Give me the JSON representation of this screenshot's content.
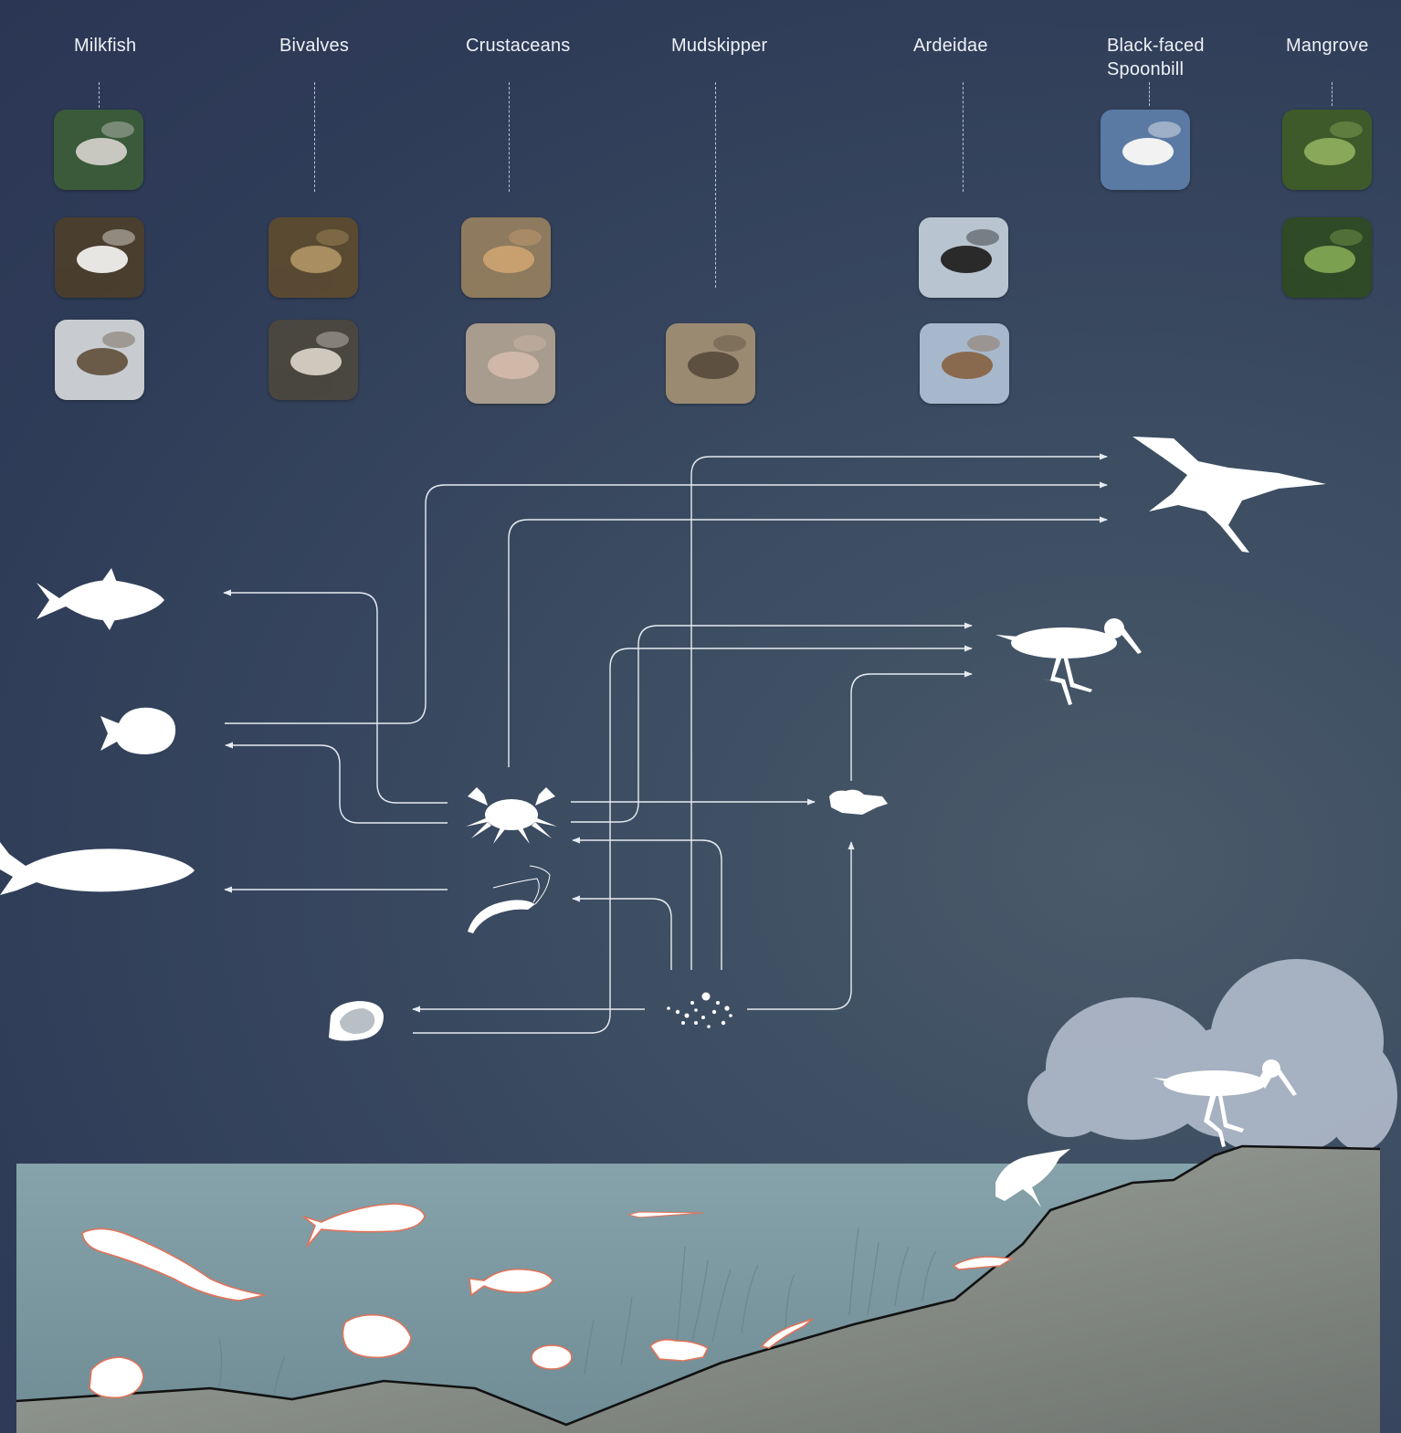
{
  "categories": [
    {
      "id": "milkfish",
      "label": "Milkfish",
      "photos": [
        "tilapia-photo",
        "silver-fish-photo",
        "spotted-fish-photo"
      ]
    },
    {
      "id": "bivalves",
      "label": "Bivalves",
      "photos": [
        "clams-photo",
        "oyster-photo"
      ]
    },
    {
      "id": "crustaceans",
      "label": "Crustaceans",
      "photos": [
        "shrimp-photo",
        "fiddler-crab-photo"
      ]
    },
    {
      "id": "mudskipper",
      "label": "Mudskipper",
      "photos": [
        "mudskipper-photo"
      ]
    },
    {
      "id": "ardeidae",
      "label": "Ardeidae",
      "photos": [
        "stilt-photo",
        "sandpiper-photo"
      ]
    },
    {
      "id": "black-faced-spoonbill",
      "label": "Black-faced\nSpoonbill",
      "photos": [
        "spoonbill-photo"
      ]
    },
    {
      "id": "mangrove",
      "label": "Mangrove",
      "photos": [
        "mangrove-leaves-photo",
        "mangrove-shrub-photo"
      ]
    }
  ],
  "food_web_nodes": [
    "spoonbill",
    "stilt",
    "milkfish",
    "tilapia",
    "large-fish",
    "crab",
    "shrimp",
    "mudskipper",
    "oyster",
    "plankton"
  ],
  "food_web_links": [
    {
      "from": "plankton",
      "to": "spoonbill"
    },
    {
      "from": "tilapia",
      "to": "spoonbill"
    },
    {
      "from": "crab",
      "to": "spoonbill"
    },
    {
      "from": "crab",
      "to": "milkfish"
    },
    {
      "from": "crab",
      "to": "tilapia"
    },
    {
      "from": "crab",
      "to": "stilt"
    },
    {
      "from": "crab",
      "to": "mudskipper"
    },
    {
      "from": "plankton",
      "to": "crab"
    },
    {
      "from": "plankton",
      "to": "shrimp"
    },
    {
      "from": "plankton",
      "to": "oyster"
    },
    {
      "from": "plankton",
      "to": "mudskipper"
    },
    {
      "from": "oyster",
      "to": "stilt"
    },
    {
      "from": "mudskipper",
      "to": "stilt"
    },
    {
      "from": "shrimp",
      "to": "large-fish"
    }
  ],
  "colors": {
    "background": "#2f3c58",
    "label_text": "#eef1f6",
    "arrow_line": "#e6ebf2",
    "silhouette": "#ffffff",
    "water": "#7f9ba3",
    "ground": "#8e938d",
    "ground_line": "#111111",
    "organism_outline": "#e0735a",
    "mangrove_foliage": "#b8c2d2"
  }
}
